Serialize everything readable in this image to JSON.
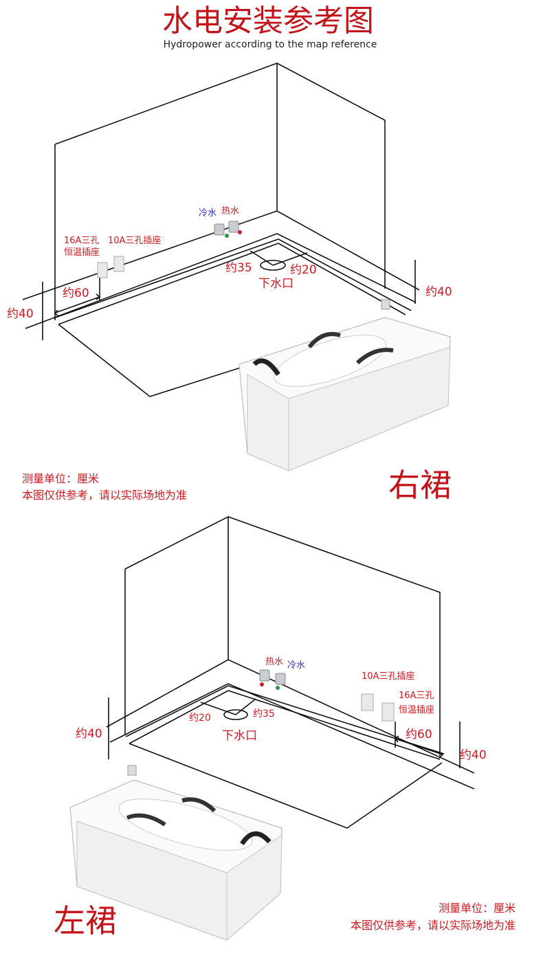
{
  "title": "水电安装参考图",
  "subtitle": "Hydropower according to the map reference",
  "colors": {
    "label_red": "#d4161e",
    "label_blue": "#2b2bd0",
    "title_red": "#c4141b"
  },
  "right_skirt": {
    "name": "右裙",
    "cold_water": "冷水",
    "hot_water": "热水",
    "socket_16a_line1": "16A三孔",
    "socket_16a_line2": "恒温插座",
    "socket_10a": "10A三孔插座",
    "dim_socket": "约60",
    "dim_left": "约40",
    "dim_right": "约40",
    "dim_drain_a": "约35",
    "dim_drain_b": "约20",
    "drain": "下水口",
    "note_unit": "测量单位：厘米",
    "note_ref": "本图仅供参考，请以实际场地为准"
  },
  "left_skirt": {
    "name": "左裙",
    "cold_water": "冷水",
    "hot_water": "热水",
    "socket_16a_line1": "16A三孔",
    "socket_16a_line2": "恒温插座",
    "socket_10a": "10A三孔插座",
    "dim_socket": "约60",
    "dim_left": "约40",
    "dim_right": "约40",
    "dim_drain_a": "约35",
    "dim_drain_b": "约20",
    "drain": "下水口",
    "note_unit": "测量单位：厘米",
    "note_ref": "本图仅供参考，请以实际场地为准"
  }
}
